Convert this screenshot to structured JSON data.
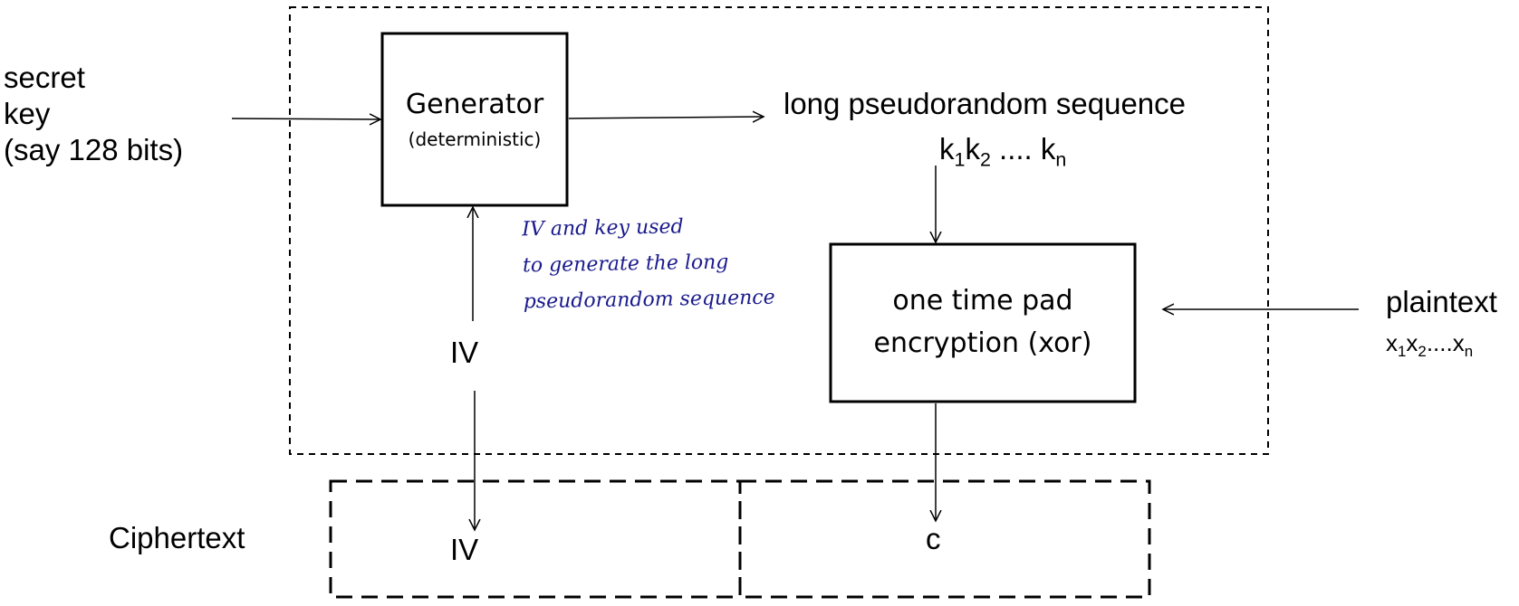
{
  "inputs": {
    "secret_key": [
      "secret",
      "key",
      "(say 128 bits)"
    ],
    "plaintext": "plaintext",
    "plaintext_seq": {
      "a": "x",
      "a_sub": "1",
      "b": "x",
      "b_sub": "2",
      "mid": "....",
      "c": "x",
      "c_sub": "n"
    }
  },
  "generator": {
    "title": "Generator",
    "subtitle": "(deterministic)"
  },
  "sequence": {
    "title": "long pseudorandom sequence",
    "k1": "k",
    "k1_sub": "1",
    "k2": "k",
    "k2_sub": "2",
    "dots": " .... ",
    "kn": "k",
    "kn_sub": "n"
  },
  "otp": {
    "line1": "one time pad",
    "line2": "encryption (xor)"
  },
  "iv": "IV",
  "ciphertext": {
    "label": "Ciphertext",
    "iv": "IV",
    "c": "c"
  },
  "handwritten_note": [
    "IV and key used",
    "to generate the long",
    "pseudorandom sequence"
  ],
  "colors": {
    "stroke": "#000000",
    "handwriting": "#1a1a8c"
  }
}
